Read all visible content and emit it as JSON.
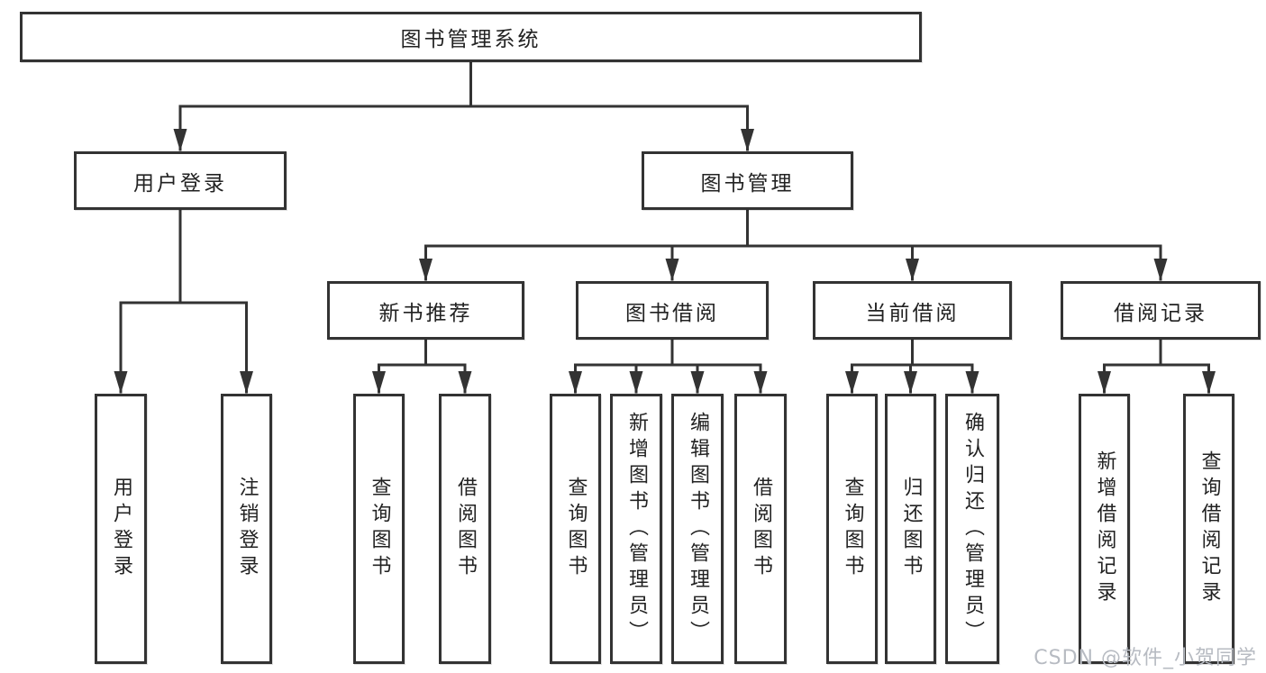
{
  "diagram": {
    "title": "图书管理系统",
    "watermark": "CSDN @软件_小贺同学",
    "colors": {
      "line": "#333333",
      "box_border": "#333333",
      "box_fill": "#ffffff",
      "text": "#222222",
      "watermark": "#b7bbc2"
    },
    "nodes": [
      {
        "id": "root",
        "label": "图书管理系统"
      },
      {
        "id": "user-login",
        "label": "用户登录"
      },
      {
        "id": "book-mgmt",
        "label": "图书管理"
      },
      {
        "id": "new-book",
        "label": "新书推荐"
      },
      {
        "id": "book-borrow",
        "label": "图书借阅"
      },
      {
        "id": "current-borrow",
        "label": "当前借阅"
      },
      {
        "id": "borrow-records",
        "label": "借阅记录"
      },
      {
        "id": "user-login-op",
        "label": "用户登录"
      },
      {
        "id": "logout-op",
        "label": "注销登录"
      },
      {
        "id": "nb-query",
        "label": "查询图书"
      },
      {
        "id": "nb-borrow",
        "label": "借阅图书"
      },
      {
        "id": "bb-query",
        "label": "查询图书"
      },
      {
        "id": "bb-add",
        "label": "新增图书（管理员）"
      },
      {
        "id": "bb-edit",
        "label": "编辑图书（管理员）"
      },
      {
        "id": "bb-borrow",
        "label": "借阅图书"
      },
      {
        "id": "cb-query",
        "label": "查询图书"
      },
      {
        "id": "cb-return",
        "label": "归还图书"
      },
      {
        "id": "cb-confirm",
        "label": "确认归还（管理员）"
      },
      {
        "id": "br-add",
        "label": "新增借阅记录"
      },
      {
        "id": "br-query",
        "label": "查询借阅记录"
      }
    ],
    "edges": [
      {
        "parent": "root",
        "children": [
          "user-login",
          "book-mgmt"
        ]
      },
      {
        "parent": "user-login",
        "children": [
          "user-login-op",
          "logout-op"
        ]
      },
      {
        "parent": "book-mgmt",
        "children": [
          "new-book",
          "book-borrow",
          "current-borrow",
          "borrow-records"
        ]
      },
      {
        "parent": "new-book",
        "children": [
          "nb-query",
          "nb-borrow"
        ]
      },
      {
        "parent": "book-borrow",
        "children": [
          "bb-query",
          "bb-add",
          "bb-edit",
          "bb-borrow"
        ]
      },
      {
        "parent": "current-borrow",
        "children": [
          "cb-query",
          "cb-return",
          "cb-confirm"
        ]
      },
      {
        "parent": "borrow-records",
        "children": [
          "br-add",
          "br-query"
        ]
      }
    ]
  }
}
